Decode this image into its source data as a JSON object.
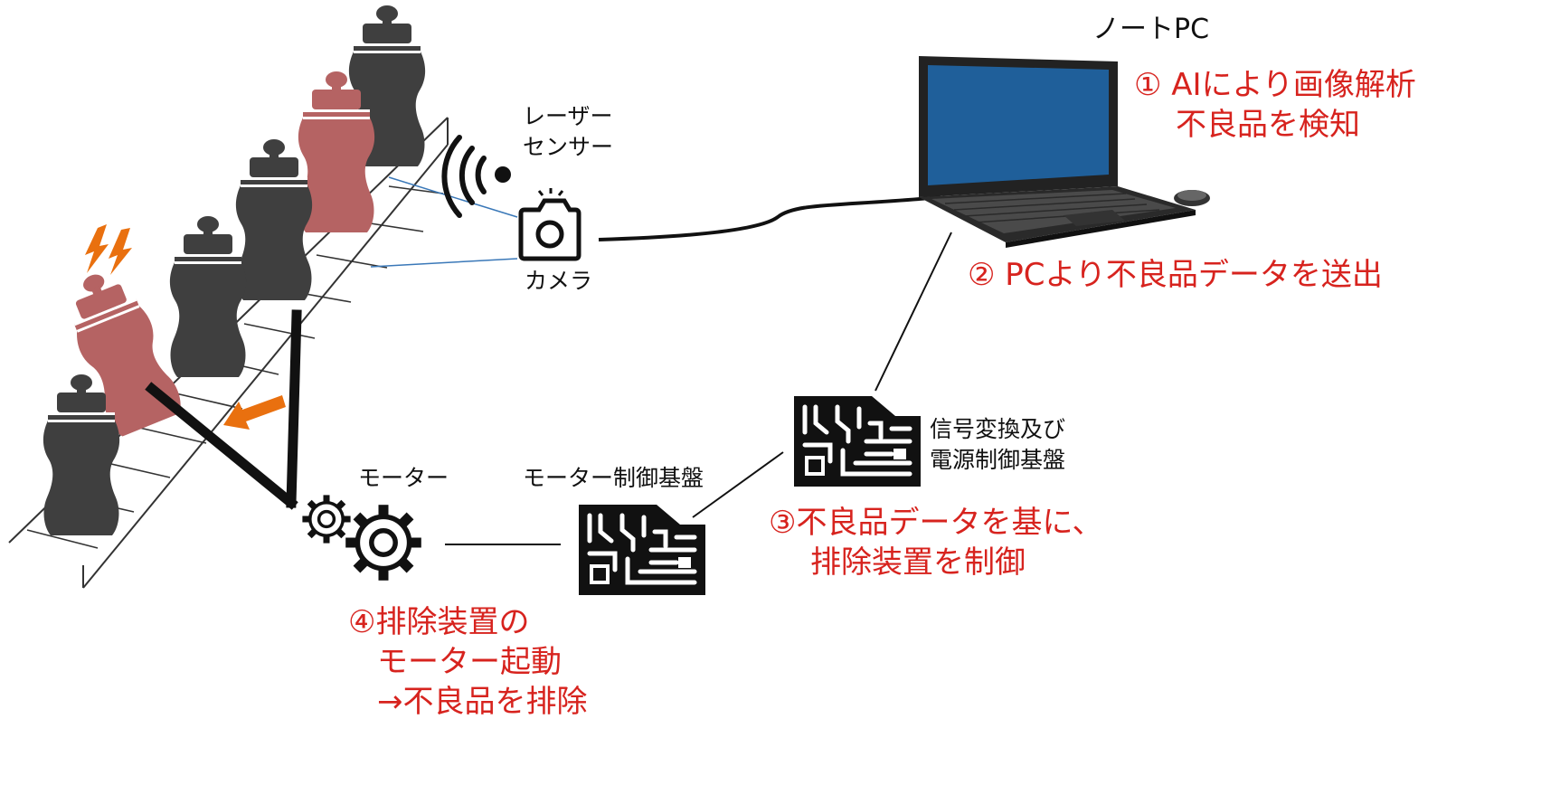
{
  "labels": {
    "laptop": "ノートPC",
    "laser_sensor": [
      "レーザー",
      "センサー"
    ],
    "camera": "カメラ",
    "motor": "モーター",
    "motor_board": "モーター制御基盤",
    "signal_board": [
      "信号変換及び",
      "電源制御基盤"
    ]
  },
  "steps": {
    "step1": [
      "① AIにより画像解析",
      "不良品を検知"
    ],
    "step2": "② PCより不良品データを送出",
    "step3": [
      "③不良品データを基に、",
      "排除装置を制御"
    ],
    "step4": [
      "④排除装置の",
      "モーター起動",
      "→不良品を排除"
    ]
  },
  "colors": {
    "step_text": "#d7231e",
    "bottle_ok": "#3f3f3f",
    "bottle_defect": "#b56363",
    "screen": "#1f5f9a",
    "pusher_arrow": "#e9700f",
    "alert": "#e9700f"
  },
  "icons": [
    "bottle-icon",
    "laser-signal-icon",
    "camera-icon",
    "laptop-icon",
    "mouse-icon",
    "circuit-board-icon",
    "gear-icon",
    "lightning-icon",
    "arrow-icon"
  ]
}
